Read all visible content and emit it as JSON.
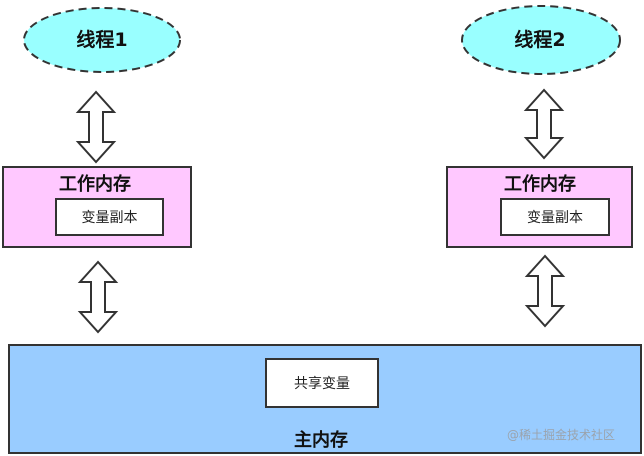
{
  "threads": [
    {
      "label": "线程1"
    },
    {
      "label": "线程2"
    }
  ],
  "working_memory": [
    {
      "title": "工作内存",
      "copy_label": "变量副本"
    },
    {
      "title": "工作内存",
      "copy_label": "变量副本"
    }
  ],
  "main_memory": {
    "label": "主内存",
    "shared_label": "共享变量"
  },
  "watermark": "@稀土掘金技术社区",
  "colors": {
    "thread_fill": "#99ffff",
    "working_memory_fill": "#ffc8ff",
    "main_memory_fill": "#99ccff",
    "stroke": "#333333"
  }
}
